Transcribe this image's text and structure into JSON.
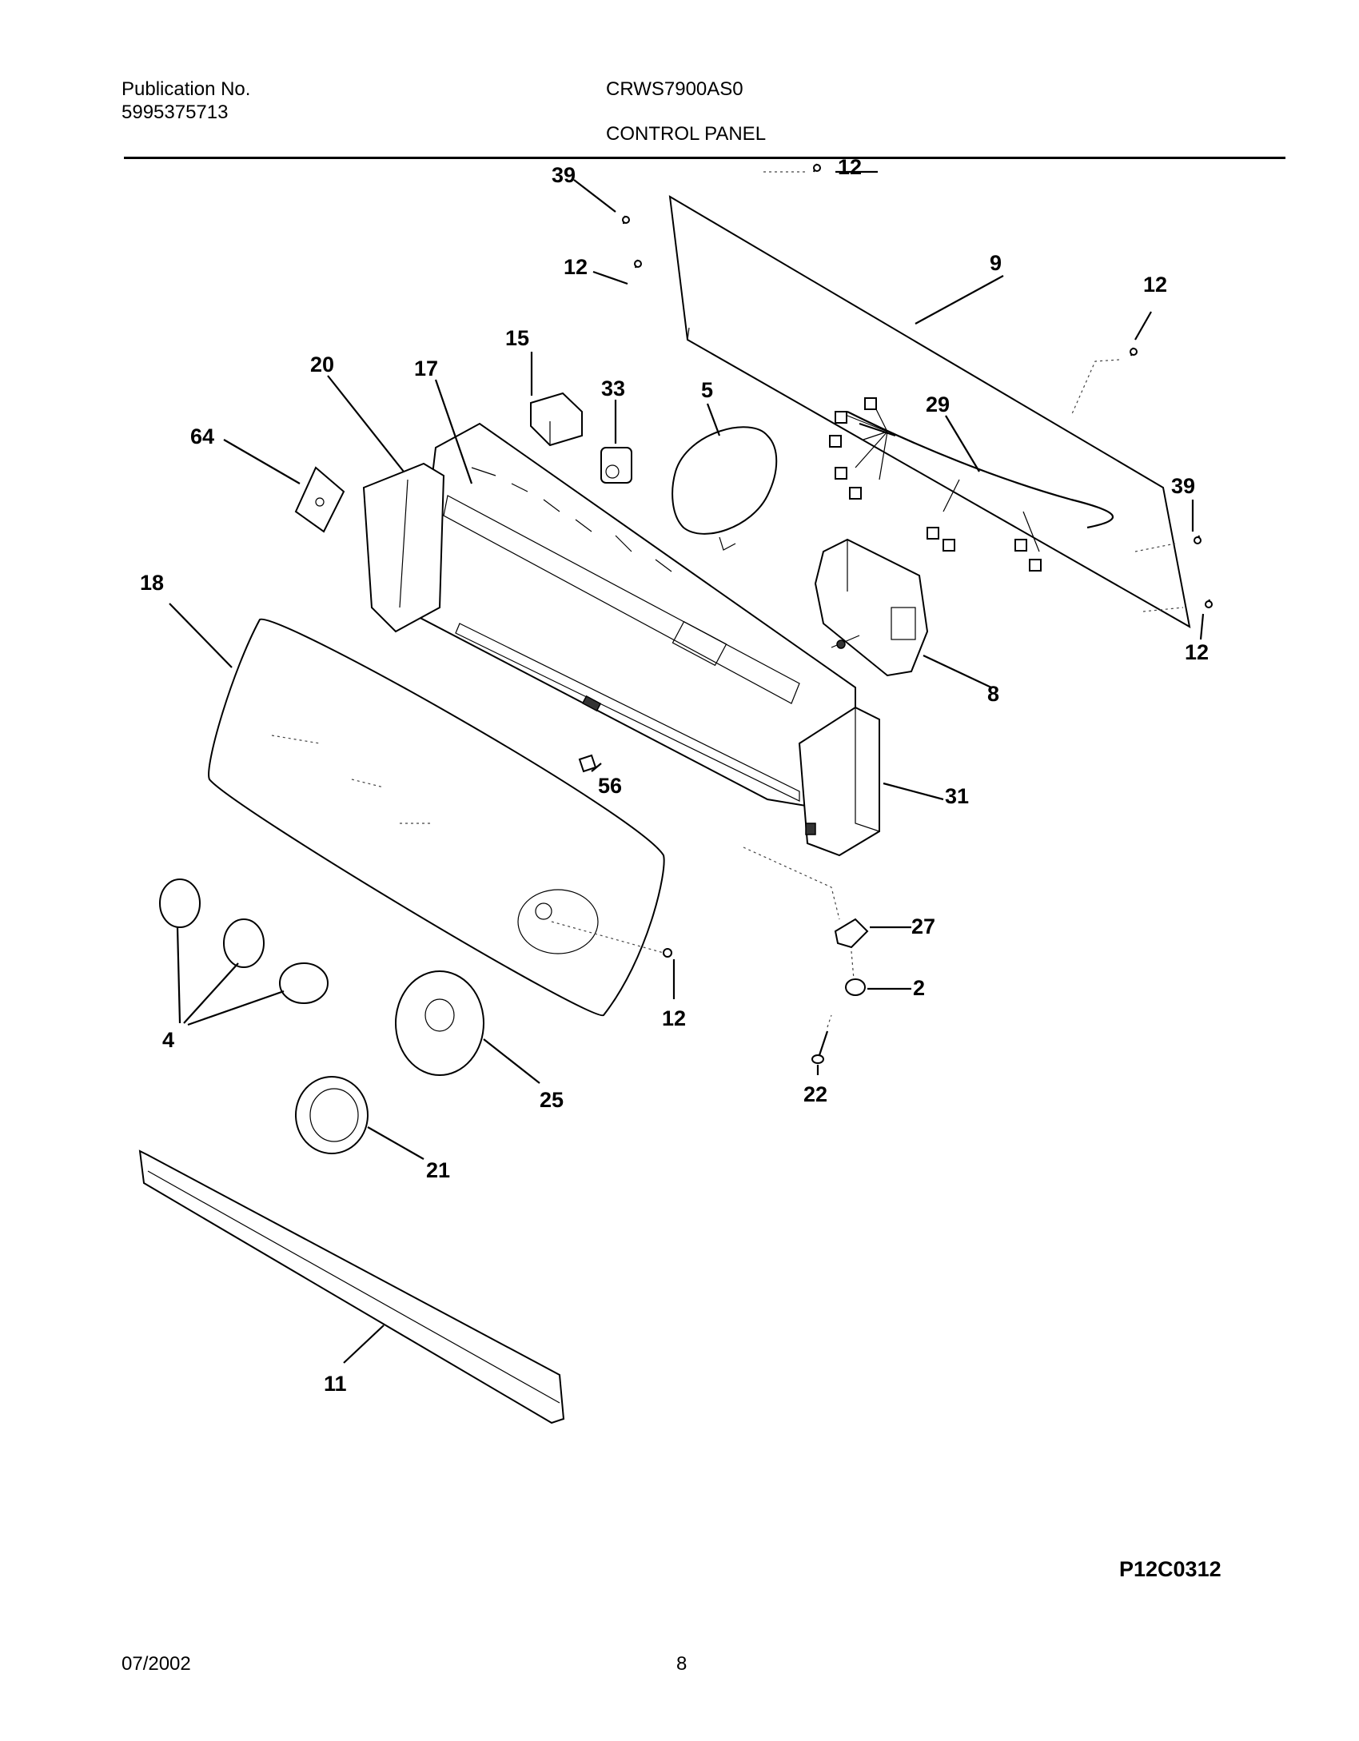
{
  "header": {
    "publication_label": "Publication No.",
    "publication_number": "5995375713",
    "model": "CRWS7900AS0",
    "section_title": "CONTROL PANEL"
  },
  "callouts": {
    "c39a": "39",
    "c12a": "12",
    "c12b": "12",
    "c9": "9",
    "c12c": "12",
    "c15": "15",
    "c33": "33",
    "c5": "5",
    "c29": "29",
    "c20": "20",
    "c17": "17",
    "c64": "64",
    "c39b": "39",
    "c12d": "12",
    "c18": "18",
    "c8": "8",
    "c56": "56",
    "c31": "31",
    "c27": "27",
    "c2": "2",
    "c12e": "12",
    "c4": "4",
    "c25": "25",
    "c22": "22",
    "c21": "21",
    "c11": "11"
  },
  "footer": {
    "figure_code": "P12C0312",
    "date": "07/2002",
    "page_number": "8"
  }
}
